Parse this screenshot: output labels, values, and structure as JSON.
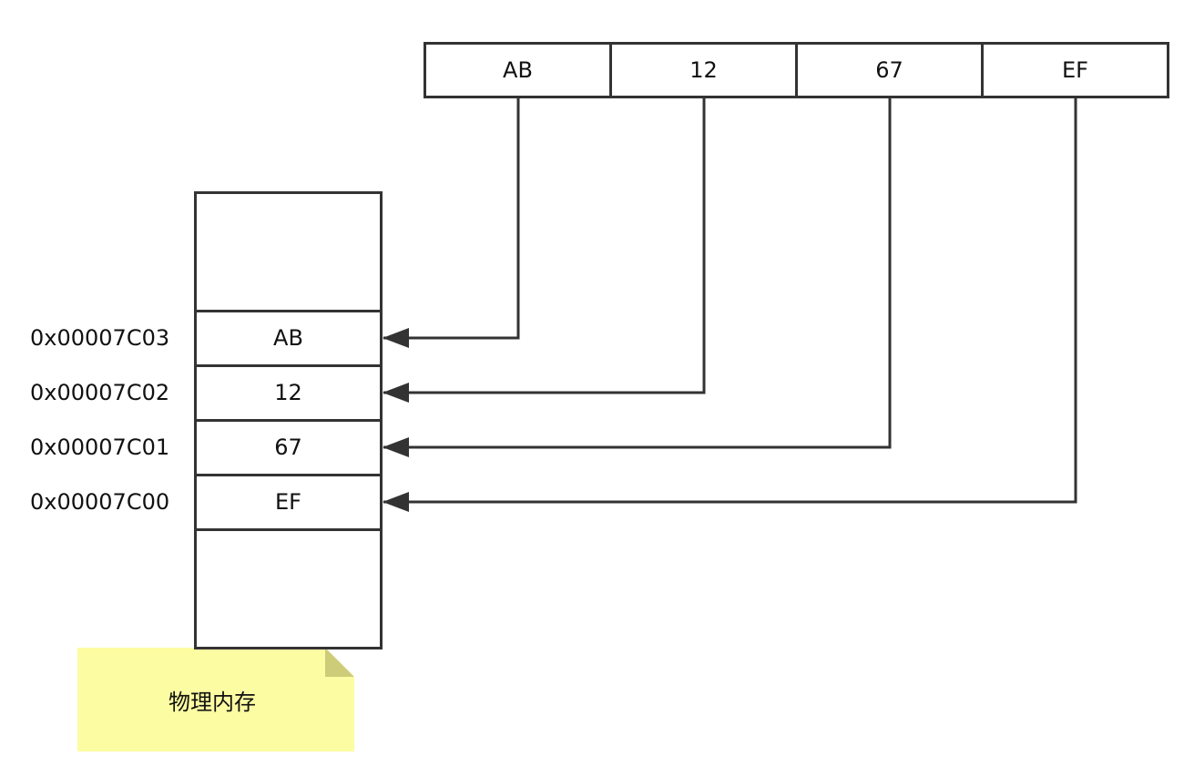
{
  "register": {
    "bytes": [
      "AB",
      "12",
      "67",
      "EF"
    ]
  },
  "memory": {
    "cells": [
      {
        "address": "0x00007C03",
        "value": "AB"
      },
      {
        "address": "0x00007C02",
        "value": "12"
      },
      {
        "address": "0x00007C01",
        "value": "67"
      },
      {
        "address": "0x00007C00",
        "value": "EF"
      }
    ]
  },
  "note": {
    "label": "物理内存"
  },
  "colors": {
    "stroke": "#333333",
    "note_fill": "#fcfca3",
    "note_fold": "#cdcd79"
  }
}
